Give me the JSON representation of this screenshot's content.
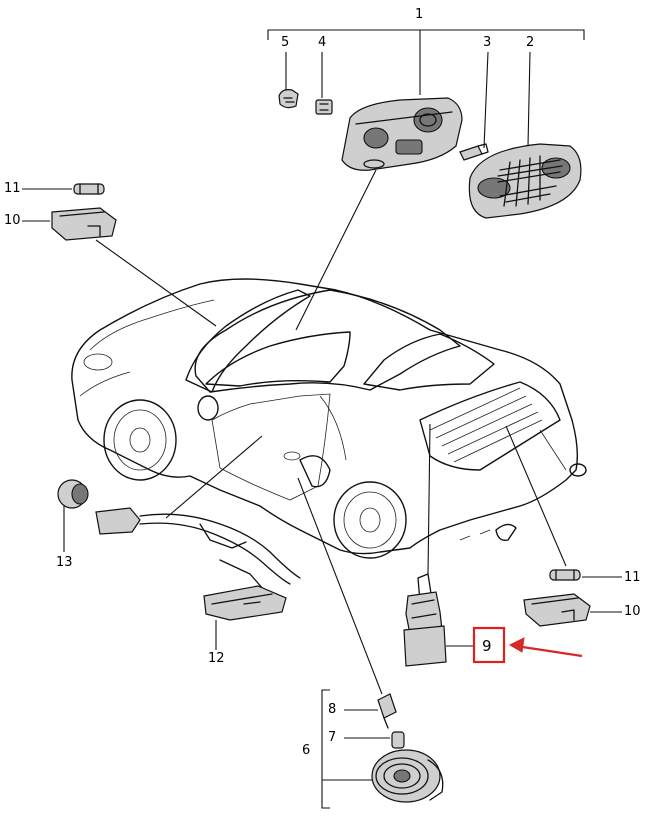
{
  "callouts": {
    "c1": "1",
    "c2": "2",
    "c3": "3",
    "c4": "4",
    "c5": "5",
    "c6": "6",
    "c7": "7",
    "c8": "8",
    "c9": "9",
    "c10a": "10",
    "c10b": "10",
    "c11a": "11",
    "c11b": "11",
    "c12": "12",
    "c13": "13"
  },
  "highlight": {
    "callout": "9",
    "color": "#e0201a"
  },
  "icons": [
    "overhead-console",
    "dome-light-lens",
    "bulb",
    "bulb-socket",
    "door-contact-switch",
    "courtesy-light",
    "speaker",
    "wiring-harness",
    "car-outline"
  ]
}
